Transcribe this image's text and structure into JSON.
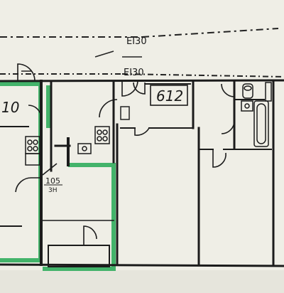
{
  "labels": {
    "fire_rating_top": "EI30",
    "fire_rating_corridor": "EI30",
    "unit_number": "612",
    "room_left": "10",
    "room_small_number": "105",
    "room_small_sub": "3Н"
  },
  "colors": {
    "paper": "#efeee6",
    "wall": "#1b1b1b",
    "highlight": "#43b36a"
  }
}
